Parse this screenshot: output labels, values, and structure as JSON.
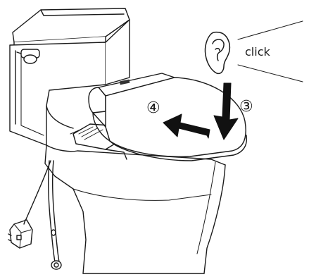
{
  "callouts": {
    "sound_label": "click",
    "step_press": "③",
    "step_slide": "④"
  },
  "icons": {
    "ear": "ear-icon",
    "down_arrow": "arrow-down-icon",
    "left_arrow": "arrow-left-icon"
  }
}
